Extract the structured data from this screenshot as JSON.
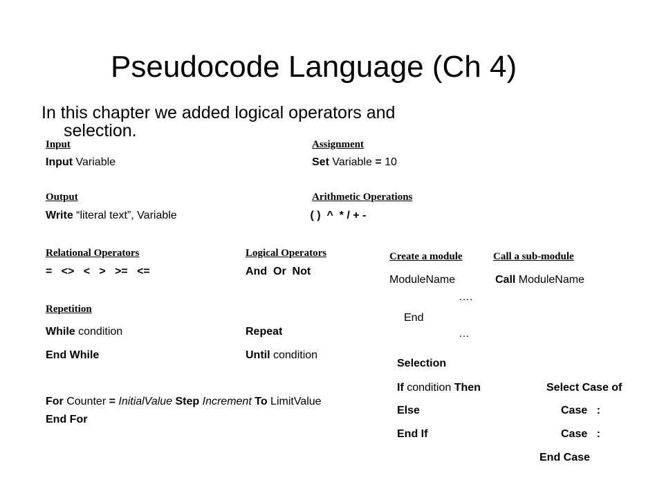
{
  "title": "Pseudocode Language (Ch 4)",
  "intro": {
    "line1": "In this chapter we added logical operators and",
    "line2": "selection."
  },
  "input": {
    "heading": "Input",
    "kw": "Input",
    "rest": " Variable"
  },
  "assignment": {
    "heading": "Assignment",
    "kw": "Set",
    "rest": " Variable ",
    "eq": "=",
    "val": " 10"
  },
  "output": {
    "heading": "Output",
    "kw": "Write",
    "rest": " “literal text”, Variable"
  },
  "arithmetic": {
    "heading": "Arithmetic Operations",
    "ops": " ( )  ^  * / + -"
  },
  "relational": {
    "heading": "Relational Operators",
    "ops": "=   <>   <   >   >=   <="
  },
  "logical": {
    "heading": "Logical Operators",
    "ops": "And  Or  Not"
  },
  "module": {
    "create_heading": "Create a module",
    "call_heading": "Call a sub-module",
    "module_name": "ModuleName",
    "call_kw": "Call",
    "call_rest": " ModuleName",
    "dots1": "….",
    "end": "End",
    "dots2": "…"
  },
  "repetition": {
    "heading": "Repetition",
    "while_kw": "While",
    "while_rest": " condition",
    "repeat_kw": "Repeat",
    "end_while": "End While",
    "until_kw": "Until",
    "until_rest": " condition",
    "for_kw": "For",
    "for_counter": " Counter ",
    "for_eq": "=",
    "for_initial": " InitialValue",
    "for_step": " Step",
    "for_increment": " Increment",
    "for_to": " To",
    "for_limit": " LimitValue",
    "end_for": "End For"
  },
  "selection": {
    "heading": "Selection",
    "if_kw": "If",
    "if_cond": " condition ",
    "then_kw": "Then",
    "select_case": "Select Case of",
    "else_kw": "Else",
    "case1": "Case   :",
    "end_if": "End If",
    "case2": "Case   :",
    "end_case": "End Case"
  }
}
